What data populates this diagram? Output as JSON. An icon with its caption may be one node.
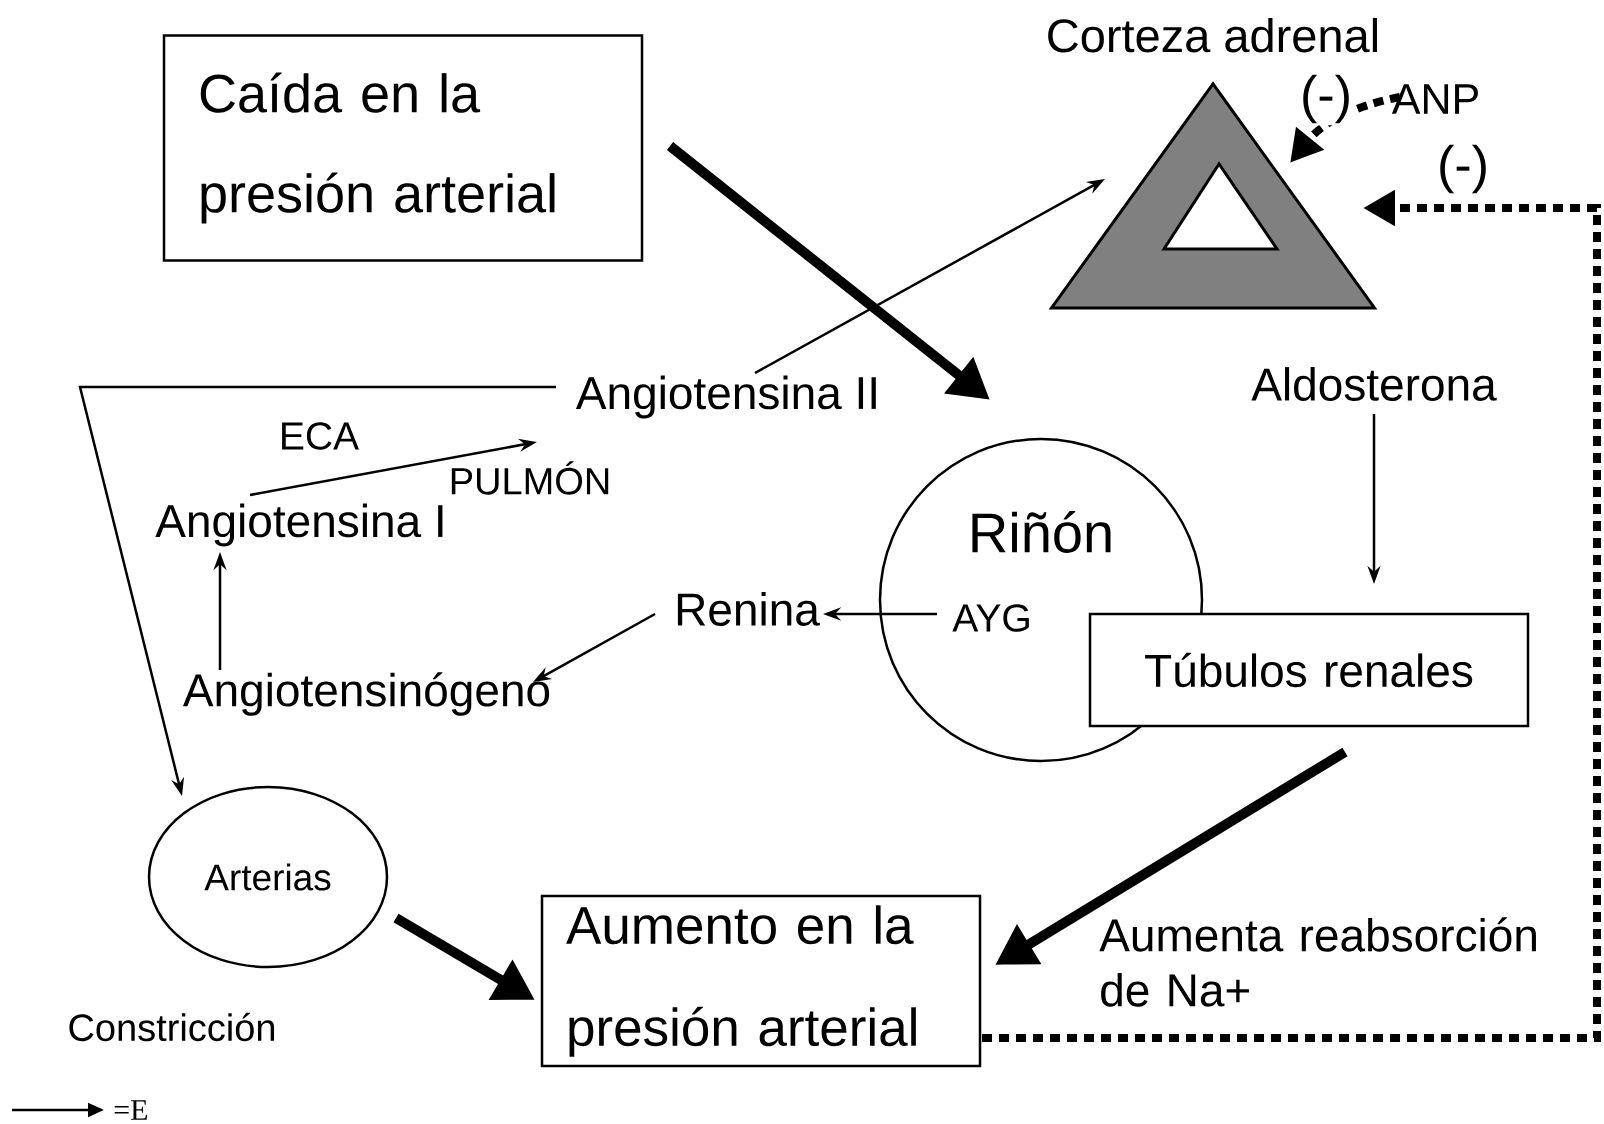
{
  "diagram": {
    "nodes": [
      {
        "text": [
          "Caída en la presión arterial"
        ]
      },
      {
        "text": [
          "Corteza adrenal"
        ]
      },
      {
        "text": [
          "ANP"
        ]
      },
      {
        "text": [
          "Angiotensina II"
        ]
      },
      {
        "text": [
          "Aldosterona"
        ]
      },
      {
        "text": [
          "Riñón"
        ]
      },
      {
        "text": [
          "AYG"
        ],
        "in": 5
      },
      {
        "text": [
          "Túbulos renales"
        ]
      },
      {
        "text": [
          "Angiotensina I"
        ]
      },
      {
        "text": [
          "Renina"
        ]
      },
      {
        "text": [
          "Angiotensinógeno"
        ]
      },
      {
        "text": [
          "Arterias"
        ]
      },
      {
        "text": [
          "Aumento en la presión arterial"
        ]
      }
    ],
    "edges": [
      {
        "from": 0,
        "to": 5,
        "arrow": "to",
        "style": "thick"
      },
      {
        "from": 3,
        "to": 1,
        "arrow": "to"
      },
      {
        "from": 4,
        "to": 7,
        "arrow": "to"
      },
      {
        "from": 6,
        "to": 9,
        "arrow": "to"
      },
      {
        "from": 9,
        "to": 10,
        "arrow": "to"
      },
      {
        "from": 10,
        "to": 8,
        "arrow": "to"
      },
      {
        "from": 8,
        "to": 3,
        "arrow": "to",
        "label": "ECA"
      },
      {
        "from": 3,
        "to": 11,
        "arrow": "to"
      },
      {
        "from": 11,
        "to": 12,
        "arrow": "to",
        "style": "thick"
      },
      {
        "from": 7,
        "to": 12,
        "arrow": "to",
        "style": "thick",
        "label": "Aumenta reabsorción de Na+"
      },
      {
        "from": 12,
        "to": 1,
        "arrow": "to",
        "style": "dashed",
        "label": "(-)"
      },
      {
        "from": 2,
        "to": 1,
        "arrow": "to",
        "style": "dashed",
        "label": "(-)"
      }
    ],
    "labels": [
      "PULMÓN",
      "Constricción"
    ],
    "legend": [
      {
        "text": "=E"
      }
    ]
  }
}
